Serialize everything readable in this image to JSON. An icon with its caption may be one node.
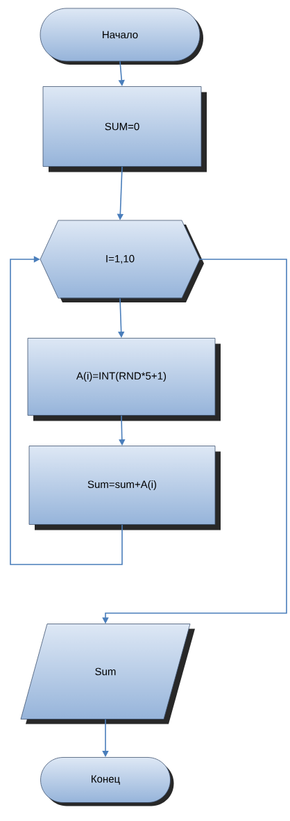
{
  "diagram": {
    "nodes": [
      {
        "text": [
          "Начало"
        ]
      },
      {
        "text": [
          "SUM=0"
        ]
      },
      {
        "text": [
          "I=1,10"
        ]
      },
      {
        "text": [
          "A(i)=INT(RND*5+1)"
        ]
      },
      {
        "text": [
          "Sum=sum+A(i)"
        ]
      },
      {
        "text": [
          "Sum"
        ]
      },
      {
        "text": [
          "Конец"
        ]
      }
    ],
    "edges": [
      {
        "from": 0,
        "to": 1,
        "arrow": "to"
      },
      {
        "from": 1,
        "to": 2,
        "arrow": "to"
      },
      {
        "from": 2,
        "to": 3,
        "arrow": "to"
      },
      {
        "from": 3,
        "to": 4,
        "arrow": "to"
      },
      {
        "from": 4,
        "to": 2,
        "arrow": "to"
      },
      {
        "from": 2,
        "to": 5,
        "arrow": "to"
      },
      {
        "from": 5,
        "to": 6,
        "arrow": "to"
      }
    ]
  }
}
